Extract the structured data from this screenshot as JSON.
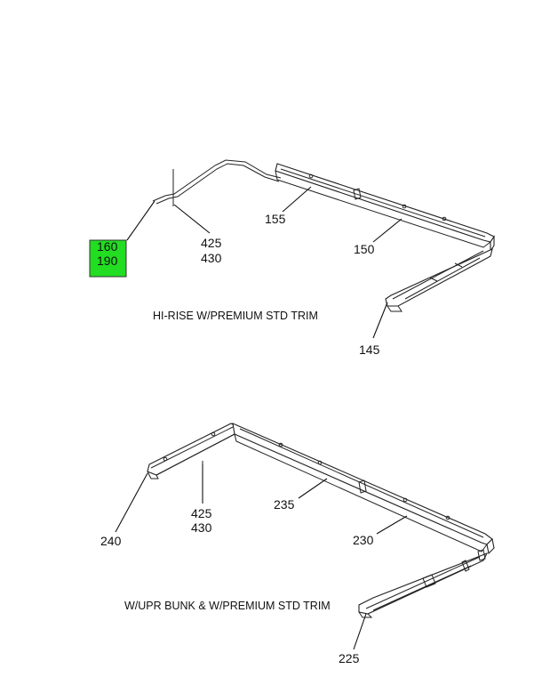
{
  "highlight_color": "#22dd22",
  "top_section": {
    "caption": "HI-RISE W/PREMIUM STD TRIM",
    "callouts": {
      "c160": "160",
      "c190": "190",
      "c425": "425",
      "c430": "430",
      "c155": "155",
      "c150": "150",
      "c145": "145"
    }
  },
  "bottom_section": {
    "caption": "W/UPR BUNK & W/PREMIUM STD TRIM",
    "callouts": {
      "c240": "240",
      "c425": "425",
      "c430": "430",
      "c235": "235",
      "c230": "230",
      "c225": "225"
    }
  }
}
